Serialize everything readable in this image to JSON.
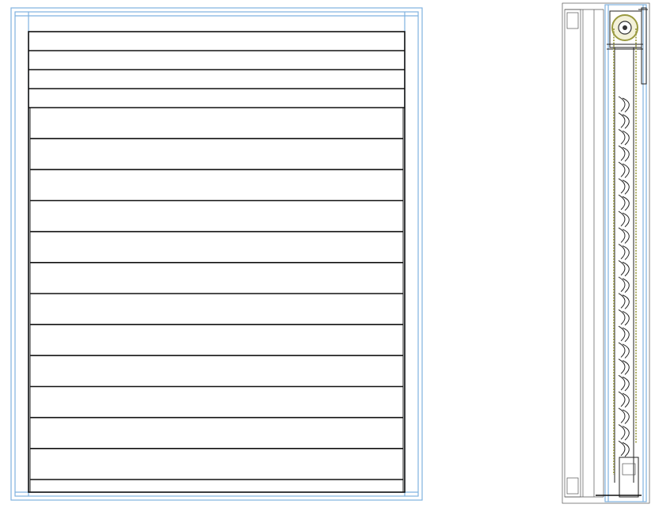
{
  "elevation": {
    "top_fixed_slats": 4,
    "lower_slats": 12
  },
  "section": {
    "slat_links": 22
  },
  "colors": {
    "frame_blue": "#7fb2e0",
    "line": "#111111",
    "chain": "#9a9a40"
  }
}
